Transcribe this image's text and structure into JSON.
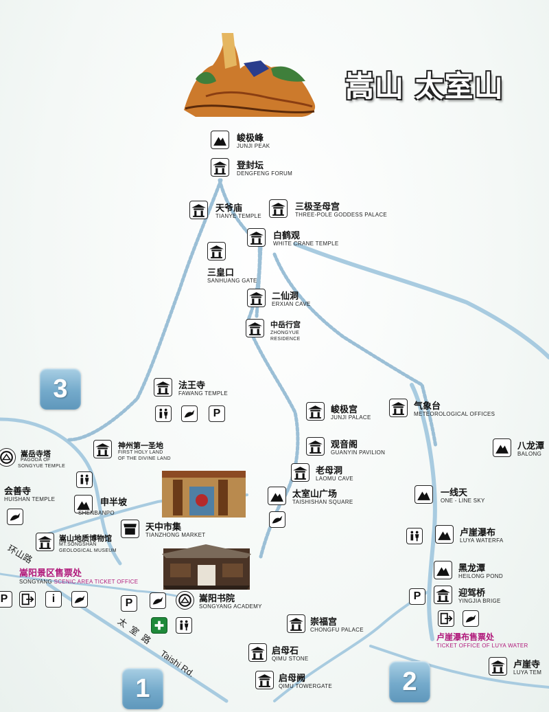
{
  "title": "嵩山 太室山",
  "route_badges": [
    "3",
    "1",
    "2"
  ],
  "pois": {
    "junji_peak": {
      "zh": "峻极峰",
      "en": "JUNJI PEAK",
      "icon": "mountain-icon"
    },
    "dengfeng_forum": {
      "zh": "登封坛",
      "en": "DENGFENG FORUM",
      "icon": "temple-icon"
    },
    "tianye_temple": {
      "zh": "天爷庙",
      "en": "TIANYE TEMPLE",
      "icon": "temple-icon"
    },
    "three_pole_goddess": {
      "zh": "三极圣母宫",
      "en": "THREE-POLE GODDESS PALACE",
      "icon": "temple-icon"
    },
    "white_crane_temple": {
      "zh": "白鹤观",
      "en": "WHITE CRANE TEMPLE",
      "icon": "temple-icon"
    },
    "sanhuang_gate": {
      "zh": "三皇口",
      "en": "SANHUANG GATE",
      "icon": "temple-icon"
    },
    "erxian_cave": {
      "zh": "二仙洞",
      "en": "ERXIAN CAVE",
      "icon": "temple-icon"
    },
    "zhongyue_residence": {
      "zh": "中岳行宫",
      "en": "ZHONGYUE RESIDENCE",
      "icon": "temple-icon"
    },
    "fawang_temple": {
      "zh": "法王寺",
      "en": "FAWANG TEMPLE",
      "icon": "temple-icon"
    },
    "junji_palace": {
      "zh": "峻极宫",
      "en": "JUNJI PALACE",
      "icon": "temple-icon"
    },
    "meteorological": {
      "zh": "气象台",
      "en": "METEOROLOGICAL OFFICES",
      "icon": "temple-icon"
    },
    "guanyin_pavilion": {
      "zh": "观音阁",
      "en": "GUANYIN PAVILION",
      "icon": "temple-icon"
    },
    "balong": {
      "zh": "八龙潭",
      "en": "BALONG",
      "icon": "mountain-icon"
    },
    "laomu_cave": {
      "zh": "老母洞",
      "en": "LAOMU CAVE",
      "icon": "temple-icon"
    },
    "taishishan_square": {
      "zh": "太室山广场",
      "en": "TAISHISHAN SQUARE",
      "icon": "mountain-icon"
    },
    "one_line_sky": {
      "zh": "一线天",
      "en": "ONE - LINE SKY",
      "icon": "mountain-icon"
    },
    "luya_waterfall": {
      "zh": "卢崖瀑布",
      "en": "LUYA WATERFA",
      "icon": "mountain-icon"
    },
    "heilong_pond": {
      "zh": "黑龙潭",
      "en": "HEILONG POND",
      "icon": "mountain-icon"
    },
    "yingjia_bridge": {
      "zh": "迎驾桥",
      "en": "YINGJIA BRIGE",
      "icon": "temple-icon"
    },
    "first_holy_land": {
      "zh": "神州第一圣地",
      "en1": "FIRST HOLY LAND",
      "en2": "OF THE DIVINE LAND",
      "icon": "temple-icon"
    },
    "songyue_pagoda": {
      "zh": "嵩岳寺塔",
      "en1": "PAGODA OF",
      "en2": "SONGYUE TEMPLE",
      "icon": "heritage-icon"
    },
    "huishan_temple": {
      "zh": "会善寺",
      "en": "HUISHAN TEMPLE"
    },
    "shenbanpo": {
      "zh": "申半坡",
      "en": "SHENBANPO",
      "icon": "mountain-icon"
    },
    "tianzhong_market": {
      "zh": "天中市集",
      "en": "TIANZHONG MARKET",
      "icon": "shop-icon"
    },
    "geological_museum": {
      "zh": "嵩山地质博物馆",
      "en1": "MT.SONGSHAN",
      "en2": "GEOLOGICAL MUSEUM",
      "icon": "temple-icon"
    },
    "songyang_academy": {
      "zh": "嵩阳书院",
      "en": "SONGYANG ACADEMY",
      "icon": "heritage-icon"
    },
    "chongfu_palace": {
      "zh": "崇福宫",
      "en": "CHONGFU PALACE",
      "icon": "temple-icon"
    },
    "qimu_stone": {
      "zh": "启母石",
      "en": "QIMU STONE",
      "icon": "temple-icon"
    },
    "qimu_towergate": {
      "zh": "启母阙",
      "en": "QIMU TOWERGATE",
      "icon": "temple-icon"
    },
    "luya_temple": {
      "zh": "卢崖寺",
      "en": "LUYA TEM",
      "icon": "temple-icon"
    }
  },
  "ticket_offices": {
    "songyang": {
      "zh": "嵩阳景区售票处",
      "en_prefix": "SONGYANG",
      "en_colored": "SCENIC AREA TICKET OFFICE"
    },
    "luya": {
      "zh": "卢崖瀑布售票处",
      "en": "TICKET OFFICE OF LUYA WATER"
    }
  },
  "roads": {
    "taishi_zh": "太室路",
    "taishi_en": "Taishi Rd.",
    "huanshan_zh": "环山路"
  },
  "facility_symbols": {
    "parking": "P",
    "info": "i"
  }
}
